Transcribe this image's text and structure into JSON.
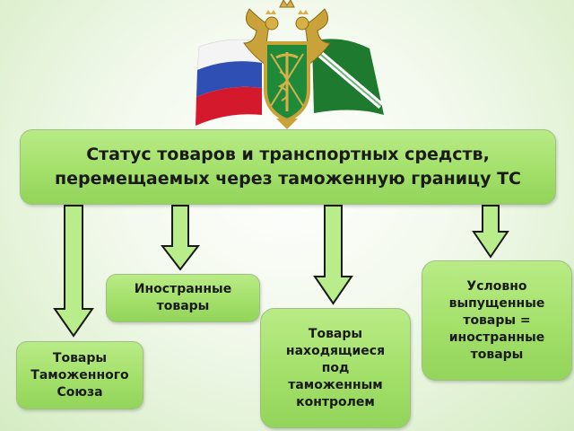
{
  "title": "Статус товаров и транспортных средств,\nперемещаемых через таможенную границу ТС",
  "categories": [
    {
      "label": "Товары\nТаможенного\nСоюза"
    },
    {
      "label": "Иностранные\nтовары"
    },
    {
      "label": "Товары\nнаходящиеся\nпод\nтаможенным\nконтролем"
    },
    {
      "label": "Условно\nвыпущенные\nтовары =\nиностранные\nтовары"
    }
  ],
  "emblem": {
    "icon": "customs-emblem-icon",
    "flags": [
      "russia-flag-icon",
      "customs-flag-icon"
    ]
  },
  "colors": {
    "box_fill": "#a3e06a",
    "arrow_fill": "#b9ec8a",
    "arrow_stroke": "#1a1a1a"
  }
}
